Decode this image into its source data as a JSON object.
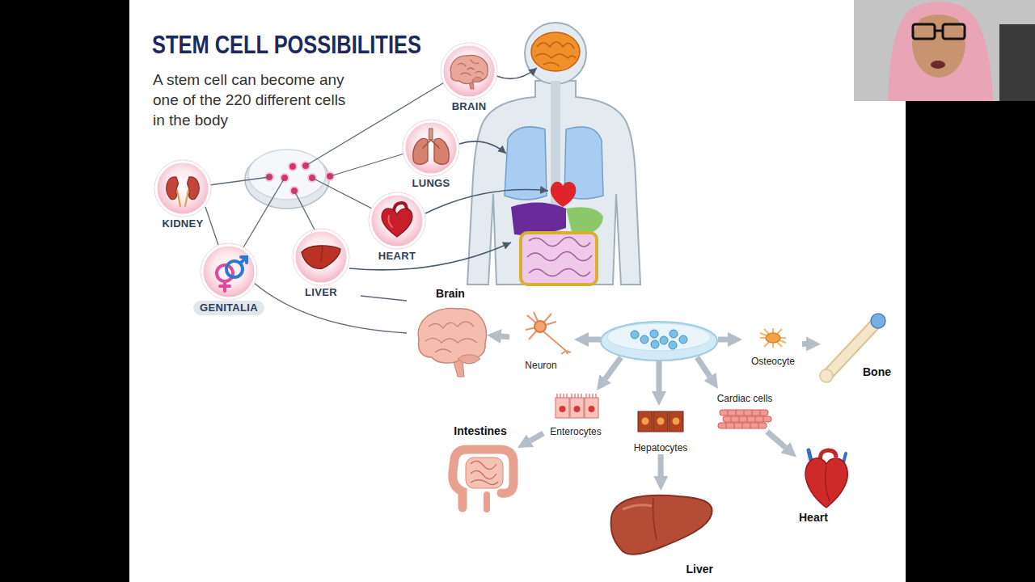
{
  "diagram": {
    "title": "STEM CELL POSSIBILITIES",
    "nodes": [
      {
        "text": [
          "BRAIN"
        ]
      },
      {
        "text": [
          "LUNGS"
        ]
      },
      {
        "text": [
          "KIDNEY"
        ]
      },
      {
        "text": [
          "HEART"
        ]
      },
      {
        "text": [
          "LIVER"
        ]
      },
      {
        "text": [
          "GENITALIA"
        ]
      },
      {
        "text": [
          "Brain"
        ]
      },
      {
        "text": [
          "Neuron"
        ]
      },
      {
        "text": [
          "Osteocyte"
        ]
      },
      {
        "text": [
          "Bone"
        ]
      },
      {
        "text": [
          "Intestines"
        ]
      },
      {
        "text": [
          "Enterocytes"
        ]
      },
      {
        "text": [
          "Cardiac cells"
        ]
      },
      {
        "text": [
          "Hepatocytes"
        ]
      },
      {
        "text": [
          "Heart"
        ]
      },
      {
        "text": [
          "Liver"
        ]
      }
    ],
    "edges": [
      {
        "from": 7,
        "to": 6,
        "arrow": "to"
      },
      {
        "from": 8,
        "to": 9,
        "arrow": "to"
      },
      {
        "from": 11,
        "to": 10,
        "arrow": "to"
      },
      {
        "from": 12,
        "to": 14,
        "arrow": "to"
      },
      {
        "from": 13,
        "to": 15,
        "arrow": "to"
      }
    ],
    "labels": [
      "A stem cell can become any one of the 220 different cells in the body"
    ]
  }
}
